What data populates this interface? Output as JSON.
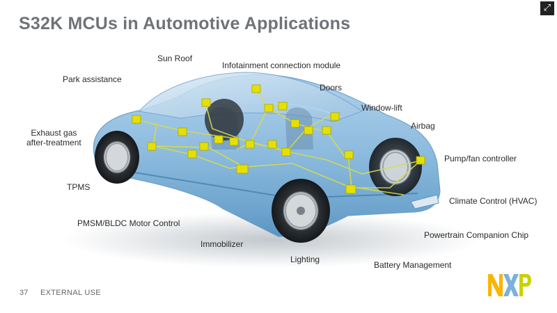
{
  "slide": {
    "title": "S32K MCUs in Automotive Applications",
    "labels": {
      "sun_roof": "Sun Roof",
      "infotainment": "Infotainment connection module",
      "park_assistance": "Park assistance",
      "doors": "Doors",
      "window_lift": "Window-lift",
      "exhaust_gas_line1": "Exhaust gas",
      "exhaust_gas_line2": "after-treatment",
      "airbag": "Airbag",
      "pump_fan": "Pump/fan controller",
      "tpms": "TPMS",
      "climate": "Climate Control (HVAC)",
      "pmsm": "PMSM/BLDC Motor Control",
      "powertrain": "Powertrain Companion Chip",
      "immobilizer": "Immobilizer",
      "lighting": "Lighting",
      "battery": "Battery Management"
    },
    "footer": {
      "page_number": "37",
      "classification": "EXTERNAL USE"
    },
    "logo": {
      "text": "NXP",
      "colors": {
        "n": "#f9b500",
        "x": "#7bb1db",
        "p": "#c9d200"
      }
    },
    "fullscreen_icon": "expand-icon",
    "colors": {
      "title": "#6f7377",
      "car_body": "#7fb3da",
      "module": "#e5e000",
      "wiring": "#d8dc4a"
    }
  }
}
